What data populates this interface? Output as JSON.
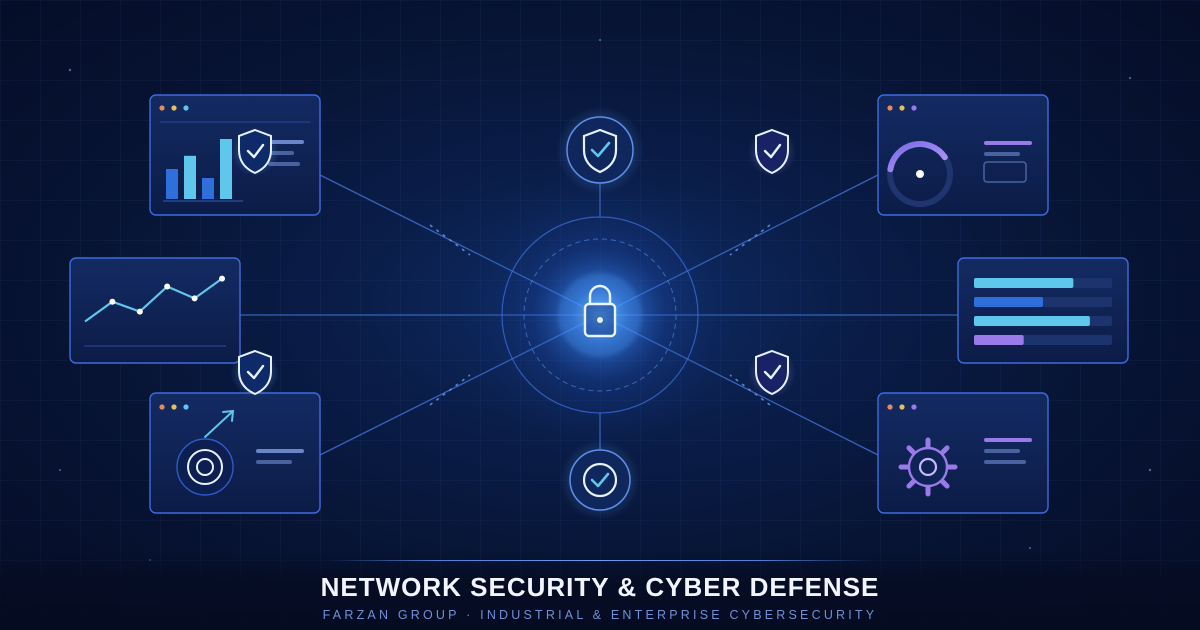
{
  "footer": {
    "title": "NETWORK SECURITY & CYBER DEFENSE",
    "subtitle": "FARZAN GROUP · INDUSTRIAL & ENTERPRISE CYBERSECURITY"
  },
  "colors": {
    "background": "#071434",
    "panel": "#0f2356",
    "panel_border": "#3d6be0",
    "accent_cyan": "#5fc6ec",
    "accent_blue": "#2f6fdc",
    "accent_purple": "#9a7ae8",
    "line": "#3f6fd0"
  },
  "icons": {
    "center": "padlock-icon",
    "badges": "shield-check-icon",
    "top_node": "shield-check-icon",
    "bottom_node": "checkmark-circle-icon"
  },
  "panels": {
    "bar_chart_values": [
      0.5,
      0.72,
      0.35,
      1.0
    ],
    "line_chart_values": [
      0.25,
      0.55,
      0.4,
      0.78,
      0.6,
      0.9
    ],
    "gauge_level": 0.38,
    "progress_bars": [
      0.72,
      0.5,
      0.84,
      0.36
    ]
  }
}
